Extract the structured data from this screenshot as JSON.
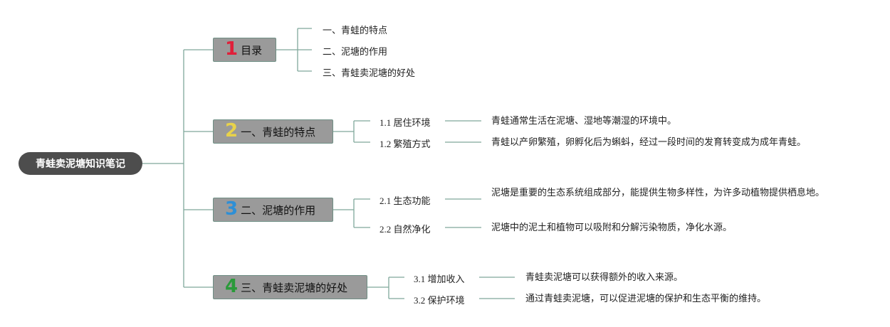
{
  "root": {
    "label": "青蛙卖泥塘知识笔记"
  },
  "colors": {
    "line": "#7fa89b",
    "branch_bg": "#9a9a9a",
    "root_bg": "#4d4d4d",
    "num1": "#e0203a",
    "num2": "#e8d24a",
    "num3": "#2e8fd6",
    "num4": "#2a9a3a"
  },
  "branches": [
    {
      "num": "1",
      "label": "目录",
      "items": [
        "一、青蛙的特点",
        "二、泥塘的作用",
        "三、青蛙卖泥塘的好处"
      ]
    },
    {
      "num": "2",
      "label": "一、青蛙的特点",
      "subs": [
        {
          "code": "1.1",
          "title": "居住环境",
          "detail": "青蛙通常生活在泥塘、湿地等潮湿的环境中。"
        },
        {
          "code": "1.2",
          "title": "繁殖方式",
          "detail": "青蛙以产卵繁殖，卵孵化后为蝌蚪，经过一段时间的发育转变成为成年青蛙。"
        }
      ]
    },
    {
      "num": "3",
      "label": "二、泥塘的作用",
      "subs": [
        {
          "code": "2.1",
          "title": "生态功能",
          "detail": "泥塘是重要的生态系统组成部分，能提供生物多样性，为许多动植物提供栖息地。"
        },
        {
          "code": "2.2",
          "title": "自然净化",
          "detail": "泥塘中的泥土和植物可以吸附和分解污染物质，净化水源。"
        }
      ]
    },
    {
      "num": "4",
      "label": "三、青蛙卖泥塘的好处",
      "subs": [
        {
          "code": "3.1",
          "title": "增加收入",
          "detail": "青蛙卖泥塘可以获得额外的收入来源。"
        },
        {
          "code": "3.2",
          "title": "保护环境",
          "detail": "通过青蛙卖泥塘，可以促进泥塘的保护和生态平衡的维持。"
        }
      ]
    }
  ]
}
